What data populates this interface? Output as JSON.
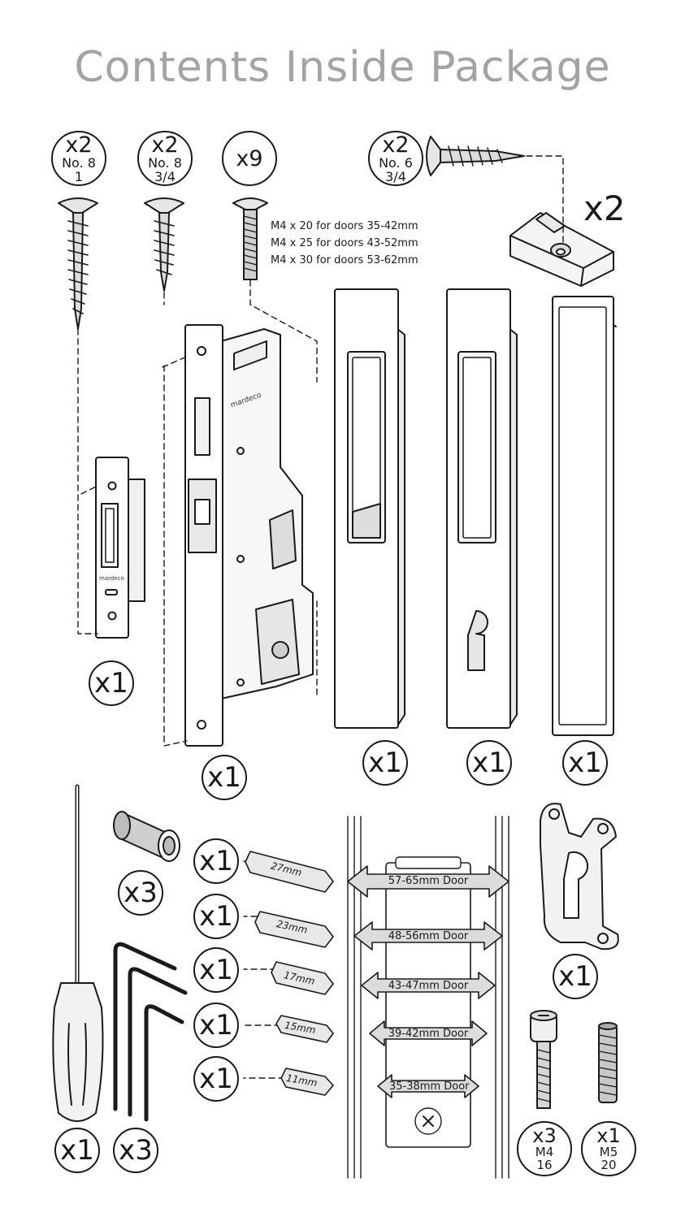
{
  "title": "Contents Inside Package",
  "badges": {
    "screw_no8_1": {
      "count": "x2",
      "line1": "No. 8",
      "line2": "1"
    },
    "screw_no8_34": {
      "count": "x2",
      "line1": "No. 8",
      "line2": "3/4"
    },
    "bolt_m4": {
      "count": "x9"
    },
    "screw_no6_34": {
      "count": "x2",
      "line1": "No. 6",
      "line2": "3/4"
    },
    "bracket": {
      "count": "x2"
    },
    "strike": {
      "count": "x1"
    },
    "lock_body": {
      "count": "x1"
    },
    "pull_handle": {
      "count": "x1"
    },
    "cylinder_pull": {
      "count": "x1"
    },
    "trim_frame": {
      "count": "x1"
    },
    "sleeve": {
      "count": "x3"
    },
    "screwdriver": {
      "count": "x1"
    },
    "allen_keys": {
      "count": "x3"
    },
    "cylinder_housing": {
      "count": "x1"
    },
    "pin_27": {
      "count": "x1"
    },
    "pin_23": {
      "count": "x1"
    },
    "pin_17": {
      "count": "x1"
    },
    "pin_15": {
      "count": "x1"
    },
    "pin_11": {
      "count": "x1"
    },
    "cap_screw_m4": {
      "count": "x3",
      "line1": "M4",
      "line2": "16"
    },
    "grub_m5": {
      "count": "x1",
      "line1": "M5",
      "line2": "20"
    }
  },
  "bolt_specs": [
    "M4 x 20 for doors 35-42mm",
    "M4 x 25 for doors 43-52mm",
    "M4 x 30 for doors 53-62mm"
  ],
  "pins": [
    {
      "label": "27mm",
      "door": "57-65mm Door"
    },
    {
      "label": "23mm",
      "door": "48-56mm Door"
    },
    {
      "label": "17mm",
      "door": "43-47mm Door"
    },
    {
      "label": "15mm",
      "door": "39-42mm Door"
    },
    {
      "label": "11mm",
      "door": "35-38mm Door"
    }
  ],
  "brand": "mardeco"
}
